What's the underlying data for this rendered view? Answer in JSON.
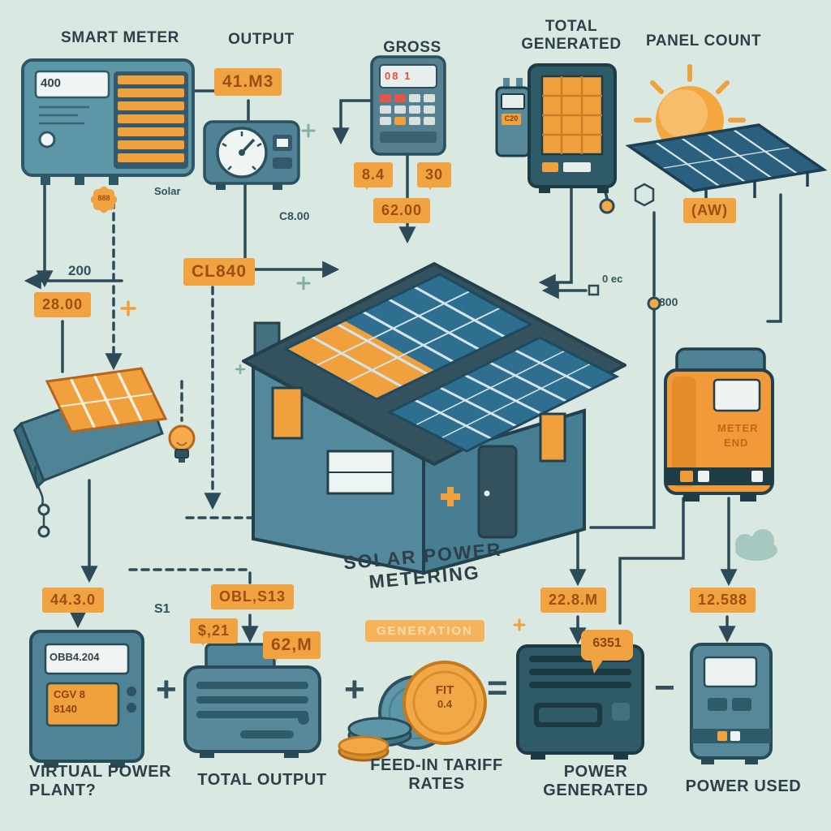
{
  "canvas": {
    "bg": "#d9e9e1"
  },
  "title": "SOLAR POWER METERING",
  "labels": {
    "smart_meter": "SMART METER",
    "output": "OUTPUT",
    "gross": "GROSS",
    "total_generated": "TOTAL GENERATED",
    "panel_count": "PANEL COUNT",
    "virtual_power_plant": "VIRTUAL POWER PLANT?",
    "total_output": "TOTAL OUTPUT",
    "feed_in_tariff": "FEED-IN TARIFF RATES",
    "power_generated": "POWER GENERATED",
    "power_used": "POWER USED"
  },
  "badges": {
    "output_value": "41.M3",
    "gross_left": "8.4",
    "gross_right": "30",
    "gross_total": "62.00",
    "cl840": "CL840",
    "left_value": "28.00",
    "panel_count_value": "(AW)",
    "vpp_value": "44.3.0",
    "house_out": "OBL,S13",
    "total_output_left": "$,21",
    "total_output_right": "62,M",
    "power_generated_value": "22.8.M",
    "power_used_value": "12.588",
    "generated_bubble": "6351",
    "generation_pill": "GENERATION"
  },
  "annotations": {
    "v200": "200",
    "c800": "C8.00",
    "solar": "Solar",
    "v800": "800",
    "ec": "0 ec",
    "s1": "S1",
    "burst": "888"
  },
  "screens": {
    "smart_meter": "400",
    "gross": "08 1",
    "side_meter_chip": "C20",
    "vpp_line1": "OBB4.204",
    "vpp_line2": "CGV 8",
    "vpp_line3": "8140",
    "coin_line1": "FIT",
    "coin_line2": "0.4",
    "orange_meter_line1": "METER",
    "orange_meter_line2": "END"
  },
  "operators": {
    "plus1": "+",
    "plus2": "+",
    "equals": "=",
    "minus": "−"
  }
}
